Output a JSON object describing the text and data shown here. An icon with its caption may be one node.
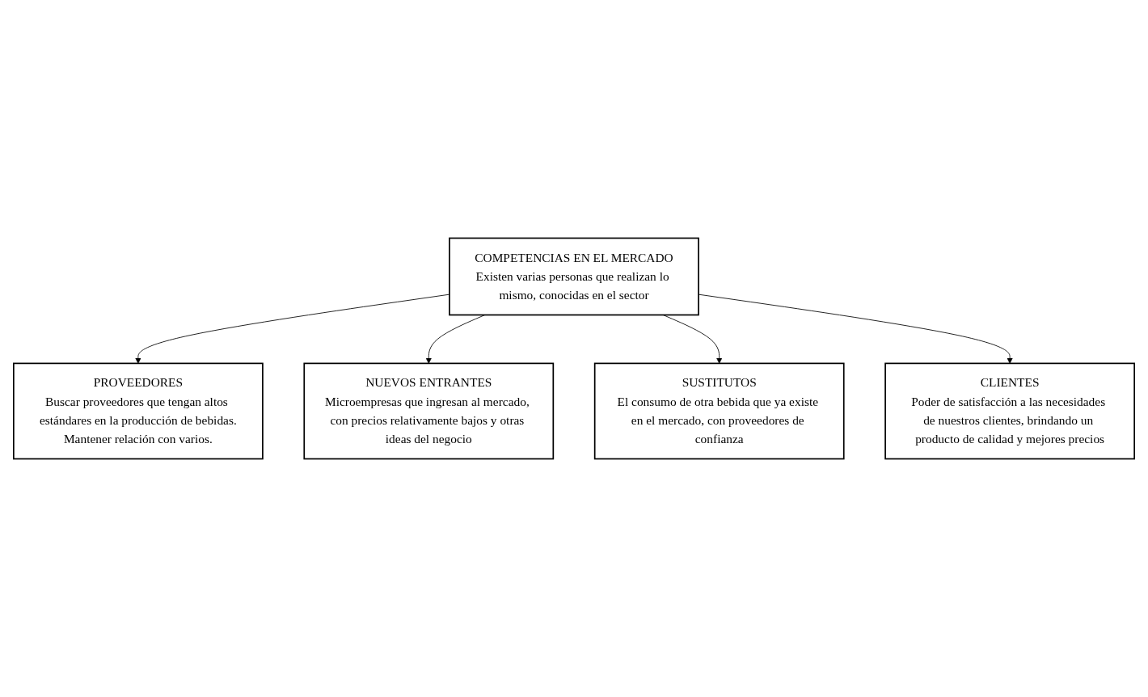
{
  "diagram": {
    "nodes": [
      {
        "text": [
          "PROVEEDORES",
          "Buscar proveedores que tengan altos estándares en la producción de bebidas.",
          "Mantener relación con varios."
        ]
      },
      {
        "text": [
          "NUEVOS ENTRANTES",
          "Microempresas que ingresan al mercado, con precios relativamente bajos y otras ideas del negocio"
        ]
      },
      {
        "text": [
          "COMPETENCIAS EN EL MERCADO",
          "Existen varias personas que realizan lo mismo, conocidas en el sector"
        ]
      },
      {
        "text": [
          "SUSTITUTOS",
          "El consumo de otra bebida que ya existe en el mercado, con proveedores de confianza"
        ]
      },
      {
        "text": [
          "CLIENTES",
          "Poder de satisfacción a las necesidades de nuestros clientes, brindando un producto de calidad y mejores precios"
        ]
      }
    ],
    "edges": [
      {
        "from": 2,
        "to": 0,
        "arrow": "to"
      },
      {
        "from": 2,
        "to": 1,
        "arrow": "to"
      },
      {
        "from": 2,
        "to": 3,
        "arrow": "to"
      },
      {
        "from": 2,
        "to": 4,
        "arrow": "to"
      }
    ]
  }
}
